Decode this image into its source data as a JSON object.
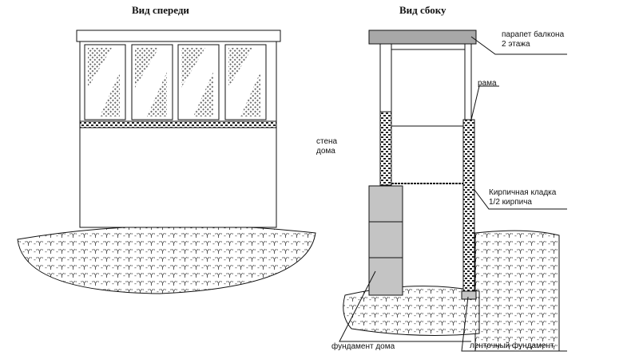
{
  "titles": {
    "front": "Вид спереди",
    "side": "Вид сбоку"
  },
  "labels": {
    "parapet_line1": "парапет балкона",
    "parapet_line2": "2 этажа",
    "frame": "рама",
    "house_wall_line1": "стена",
    "house_wall_line2": "дома",
    "brick_line1": "Кирпичная кладка",
    "brick_line2": "1/2 кирпича",
    "house_foundation": "фундамент дома",
    "strip_foundation": "ленточный фундамент"
  },
  "colors": {
    "line": "#111111",
    "slab": "#a8a8a8",
    "block": "#c4c4c4"
  }
}
